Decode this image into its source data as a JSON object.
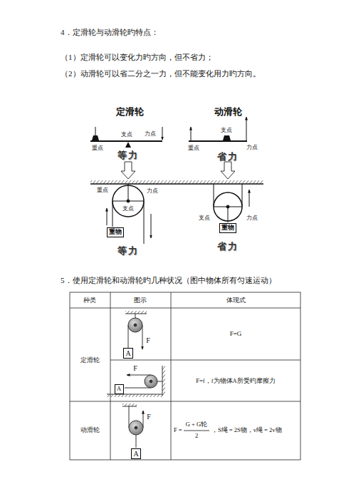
{
  "diagram": {
    "nodes": [
      {
        "text": [
          "重物"
        ]
      },
      {
        "text": [
          "重物"
        ]
      },
      {
        "text": [
          "A"
        ]
      },
      {
        "text": [
          "A"
        ]
      },
      {
        "text": [
          "A"
        ]
      }
    ],
    "labels": [
      "4．定滑轮与动滑轮旳特点：",
      "（1）定滑轮可以变化力旳方向，但不省力；",
      "（2）动滑轮可以省二分之一力，但不能变化用力旳方向。",
      "定滑轮",
      "动滑轮",
      "支点",
      "力点",
      "重点",
      "支点",
      "重点",
      "力点",
      "等力",
      "省力",
      "重点",
      "力点",
      "支点",
      "等力",
      "支点",
      "力点",
      "省力",
      "5．使用定滑轮和动滑轮旳几种状况（图中物体所有匀速运动）",
      "种类",
      "图示",
      "体现式",
      "定滑轮",
      "F",
      "F=G",
      "F",
      "F=f，f为物体A所受旳摩擦力",
      "动滑轮",
      "F",
      "F =",
      "G + G轮",
      "2",
      "，S绳 = 2S物，v绳 = 2v物"
    ]
  }
}
